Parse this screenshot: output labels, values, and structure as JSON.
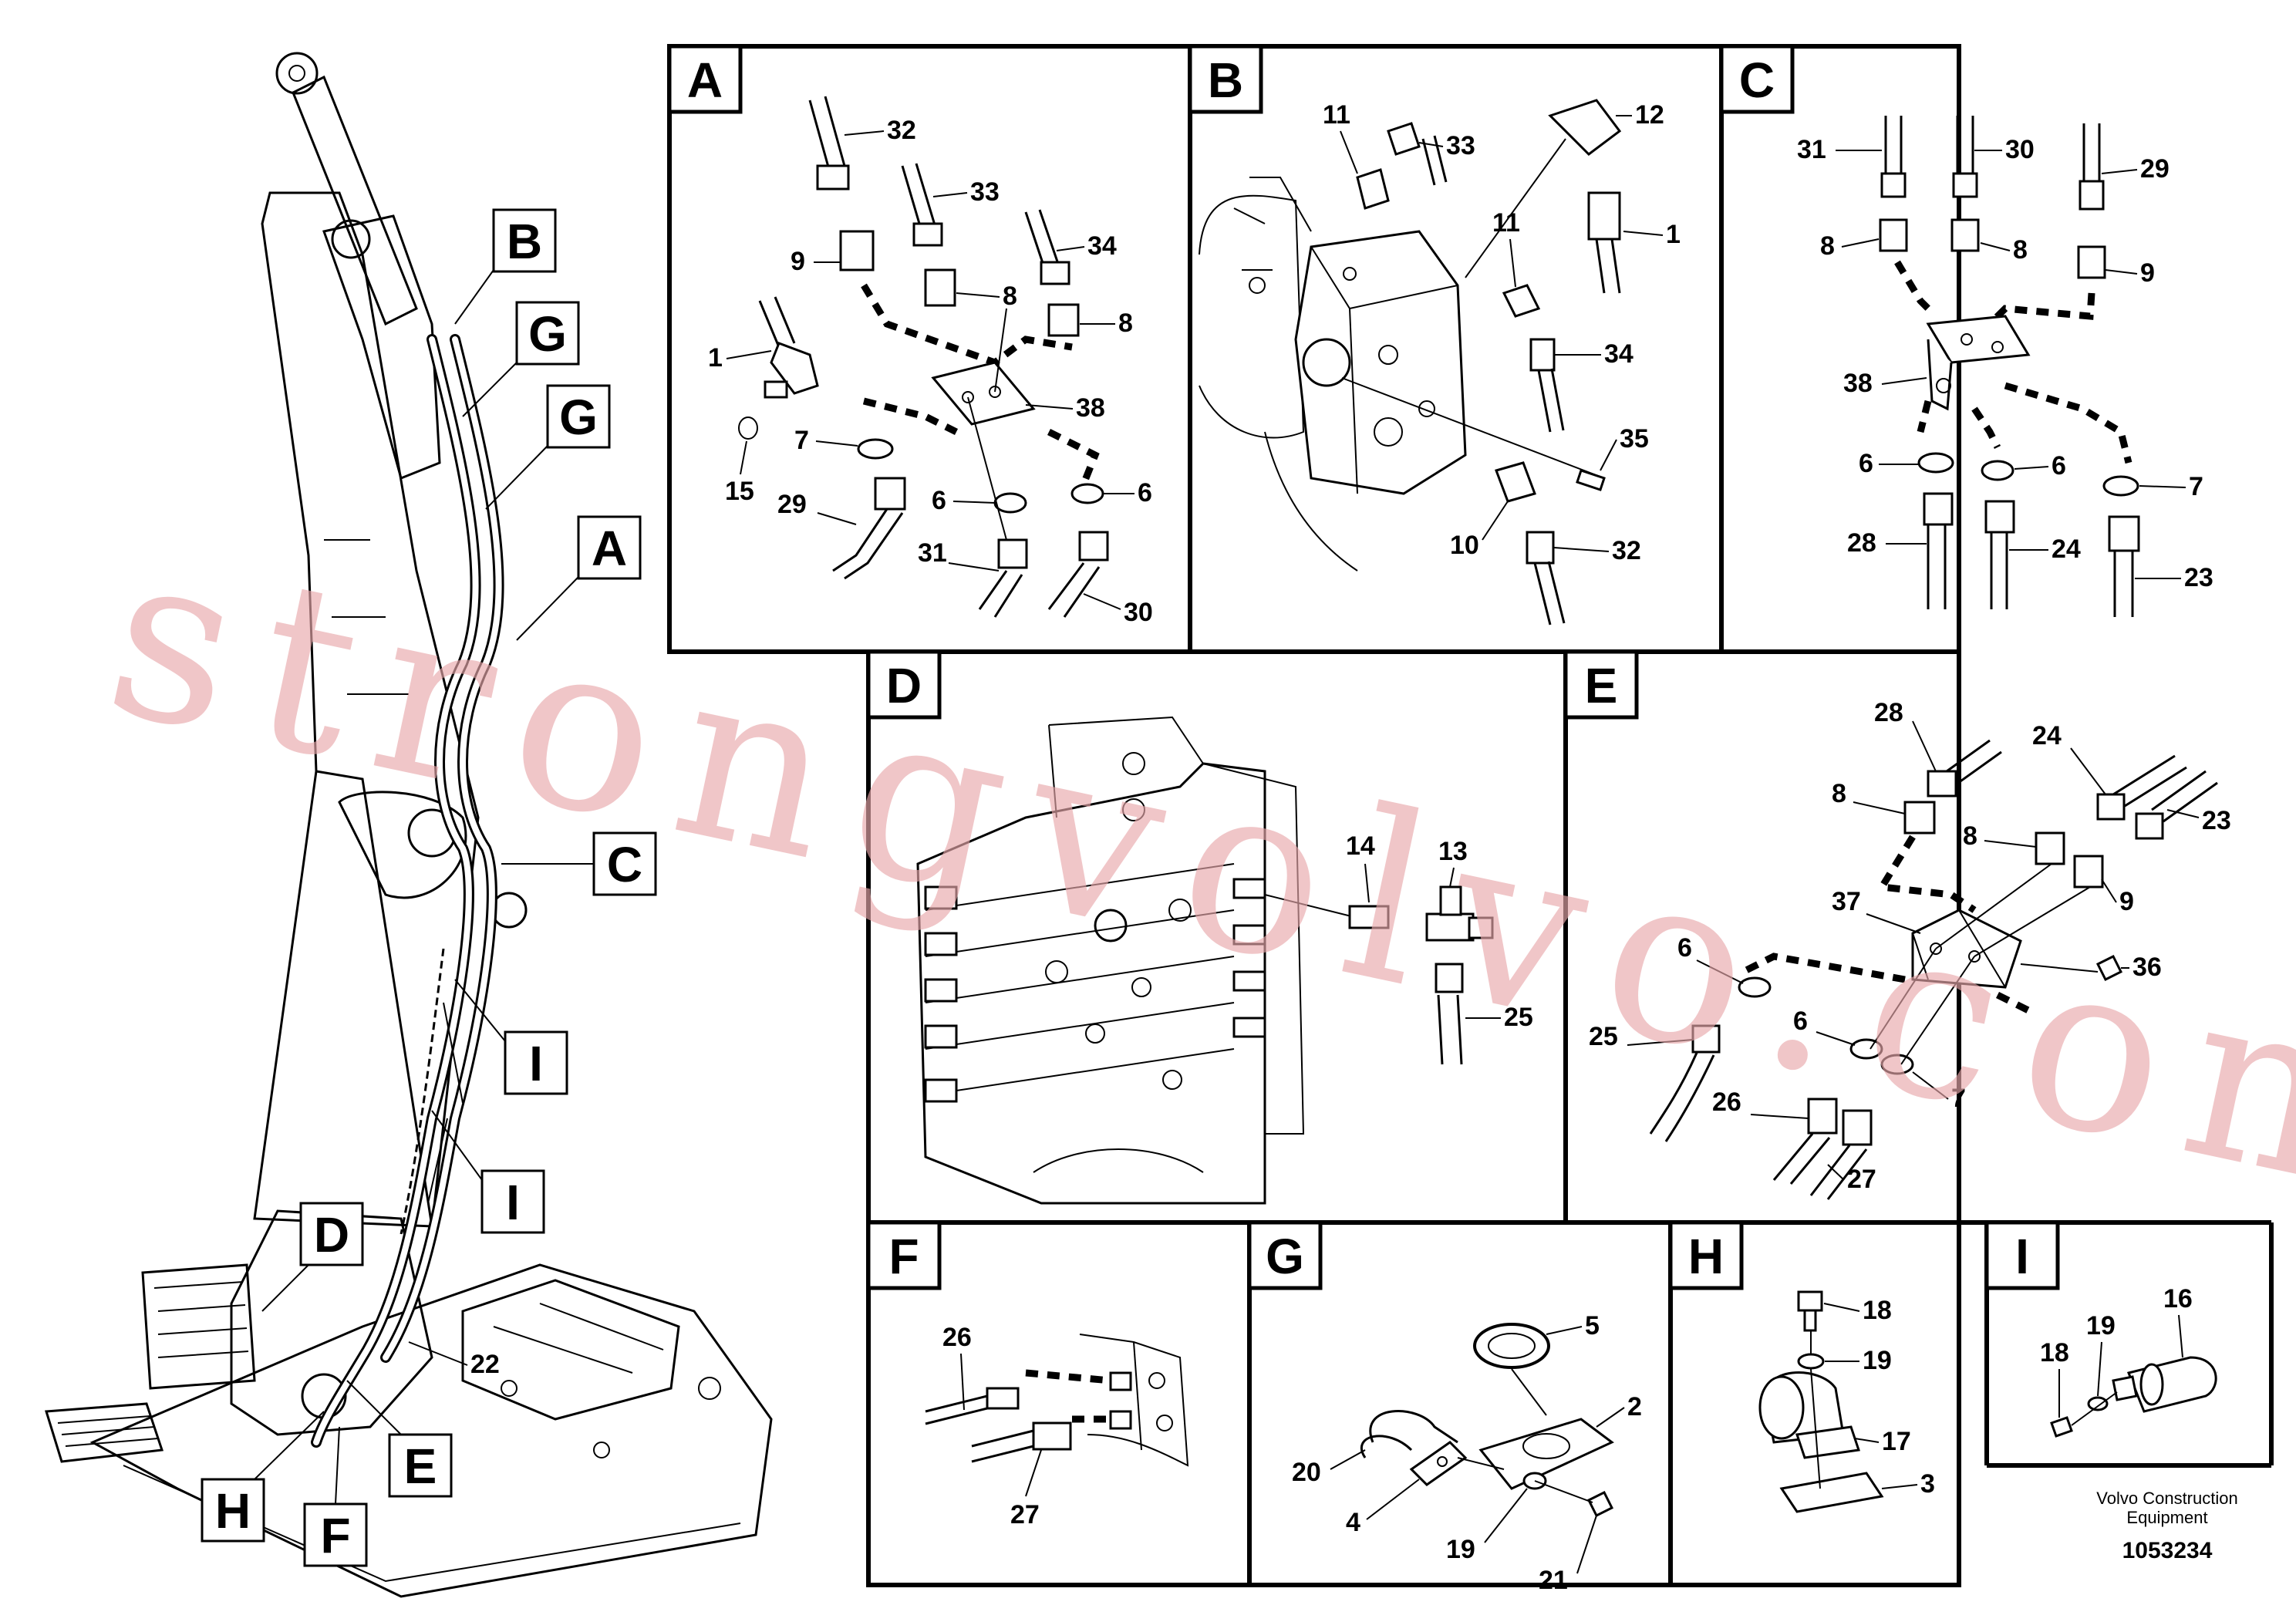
{
  "panels": [
    {
      "letter": "A",
      "callouts": [
        "32",
        "33",
        "34",
        "9",
        "8",
        "8",
        "1",
        "38",
        "7",
        "6",
        "6",
        "15",
        "29",
        "31",
        "30"
      ]
    },
    {
      "letter": "B",
      "callouts": [
        "11",
        "33",
        "12",
        "1",
        "11",
        "34",
        "35",
        "10",
        "32"
      ]
    },
    {
      "letter": "C",
      "callouts": [
        "31",
        "30",
        "29",
        "8",
        "8",
        "9",
        "38",
        "6",
        "6",
        "7",
        "28",
        "24",
        "23"
      ]
    },
    {
      "letter": "D",
      "callouts": [
        "14",
        "13",
        "25"
      ]
    },
    {
      "letter": "E",
      "callouts": [
        "28",
        "24",
        "23",
        "8",
        "8",
        "9",
        "37",
        "36",
        "6",
        "6",
        "7",
        "25",
        "26",
        "27"
      ]
    },
    {
      "letter": "F",
      "callouts": [
        "26",
        "27"
      ]
    },
    {
      "letter": "G",
      "callouts": [
        "5",
        "2",
        "20",
        "4",
        "19",
        "21"
      ]
    },
    {
      "letter": "H",
      "callouts": [
        "18",
        "19",
        "17",
        "3"
      ]
    },
    {
      "letter": "I",
      "callouts": [
        "16",
        "19",
        "18"
      ]
    }
  ],
  "overview": {
    "callouts": [
      "B",
      "G",
      "G",
      "A",
      "C",
      "I",
      "I",
      "D",
      "22",
      "E",
      "H",
      "F"
    ]
  },
  "footer": {
    "brand_line1": "Volvo Construction",
    "brand_line2": "Equipment",
    "drawing_number": "1053234"
  },
  "watermark": "strongvolvo.com"
}
